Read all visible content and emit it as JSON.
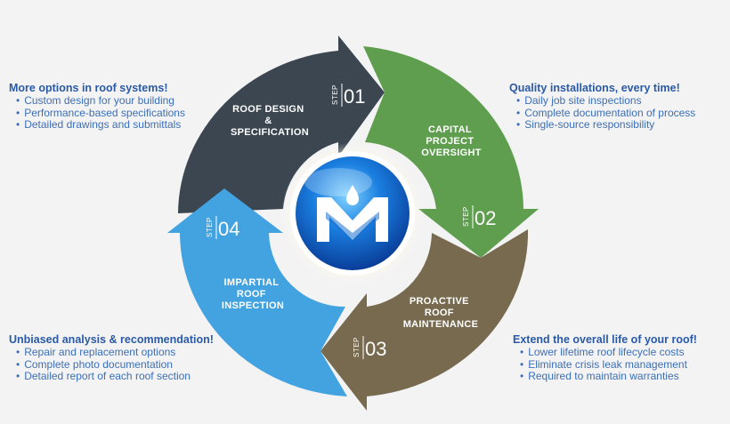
{
  "steps": [
    {
      "step_word": "STEP",
      "number": "01",
      "title_lines": [
        "ROOF DESIGN",
        "&",
        "SPECIFICATION"
      ],
      "color": "#3b4650"
    },
    {
      "step_word": "STEP",
      "number": "02",
      "title_lines": [
        "CAPITAL",
        "PROJECT",
        "OVERSIGHT"
      ],
      "color": "#5e9e4e"
    },
    {
      "step_word": "STEP",
      "number": "03",
      "title_lines": [
        "PROACTIVE",
        "ROOF",
        "MAINTENANCE"
      ],
      "color": "#776a4f"
    },
    {
      "step_word": "STEP",
      "number": "04",
      "title_lines": [
        "IMPARTIAL",
        "ROOF",
        "INSPECTION"
      ],
      "color": "#43a3e1"
    }
  ],
  "blocks": {
    "top_left": {
      "heading": "More options in roof systems!",
      "items": [
        "Custom design for your building",
        "Performance-based specifications",
        "Detailed drawings and submittals"
      ]
    },
    "top_right": {
      "heading": "Quality installations, every time!",
      "items": [
        "Daily job site inspections",
        "Complete documentation of process",
        "Single-source responsibility"
      ]
    },
    "bottom_left": {
      "heading": "Unbiased analysis & recommendation!",
      "items": [
        "Repair and replacement options",
        "Complete photo documentation",
        "Detailed report of each roof section"
      ]
    },
    "bottom_right": {
      "heading": "Extend the overall life of your roof!",
      "items": [
        "Lower lifetime roof lifecycle costs",
        "Eliminate crisis leak management",
        "Required to maintain warranties"
      ]
    }
  },
  "colors": {
    "heading_blue": "#2a5aa6",
    "bullet_blue": "#3b6fb8",
    "background": "#f3f3f3",
    "logo_blue": "#1a6fd0"
  },
  "logo_icon": "m-letter-with-water-drop-icon"
}
